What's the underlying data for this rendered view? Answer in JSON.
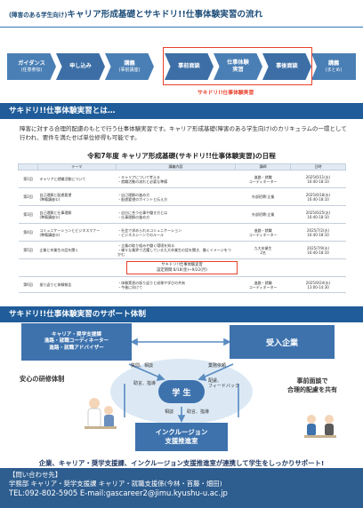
{
  "title": {
    "prefix": "(障害のある学生向け)",
    "main": "キャリア形成基礎とサキドリ!!仕事体験実習の流れ"
  },
  "flow": [
    {
      "label": "ガイダンス",
      "sub": "(任意参加)"
    },
    {
      "label": "申し込み",
      "sub": ""
    },
    {
      "label": "講義",
      "sub": "(事前講座)"
    },
    {
      "label": "事前面談",
      "sub": ""
    },
    {
      "label": "仕事体験\n実習",
      "sub": ""
    },
    {
      "label": "事後面談",
      "sub": ""
    },
    {
      "label": "講義",
      "sub": "(まとめ)"
    }
  ],
  "flow_caption": "サキドリ!!仕事体験実習",
  "section1": {
    "heading": "サキドリ!!仕事体験実習とは…",
    "intro": "障害に対する合理的配慮のもとで行う仕事体験実習です。キャリア形成基礎(障害のある学生向け)のカリキュラムの一環として行われ、要件を満たせば単位修得も可能です。"
  },
  "schedule": {
    "title": "令和7年度 キャリア形成基礎(サキドリ!!仕事体験実習)の日程",
    "headers": [
      "",
      "テーマ",
      "講義内容",
      "講師",
      "日時"
    ],
    "rows": [
      {
        "no": "第1回",
        "theme": "キャリアと就職活動について",
        "content": "・キャリアについて考える\n・就職活動の流れと必要な準備",
        "lecturer": "進路・就職\nコーディネーター",
        "date": "2025/6/11(水)\n16:40-18:10"
      },
      {
        "no": "第2回",
        "theme": "自己理解と配慮要望\n(準備講座①)",
        "content": "・自己理解の進め方\n・配慮要望のポイントと伝え方",
        "lecturer": "外部招聘:企業",
        "date": "2025/6/18(水)\n16:40-18:10"
      },
      {
        "no": "第3回",
        "theme": "自己理解と仕事理解\n(準備講座②)",
        "content": "・自分に合う仕事や働き方とは\n・仕事理解の進め方",
        "lecturer": "外部招聘:企業",
        "date": "2025/6/25(水)\n16:40-18:10"
      },
      {
        "no": "第4回",
        "theme": "コミュニケーションとビジネスマナー\n(準備講座③)",
        "content": "・社会で求められるコミュニケーション\n・ビジネスシーンでのルール",
        "lecturer": "進路・就職\nコーディネーター",
        "date": "2025/7/2(水)\n16:40-18:10"
      },
      {
        "no": "第5回",
        "theme": "企業と卒業生の話を聞く",
        "content": "・企業の取り組みや働く環境を知る\n・様々な業界で活躍している九大卒業生の話を聞き、働くイメージをつかむ",
        "lecturer": "九大卒業生\n2名",
        "date": "2025/7/9(水)\n16:40-18:10"
      }
    ],
    "special": {
      "line1": "サキドリ!!仕事体験実習",
      "line2": "設定期間:8/18(金)~9/22(月)"
    },
    "final": {
      "no": "第6回",
      "theme": "振り返りと体験報告",
      "content": "・体験実習の振り返りと成果や学びの共有\n・今後に向けて",
      "lecturer": "進路・就職\nコーディネーター",
      "date": "2025/9/24(水)\n13:00-14:30"
    }
  },
  "section2": {
    "heading": "サキドリ!!仕事体験実習のサポート体制"
  },
  "diagram": {
    "career_box": "キャリア・奨学支援課\n進路・就職コーディネーター\n進路・就職アドバイザー",
    "company_box": "受入企業",
    "student": "学 生",
    "inclusion_box": "インクルージョン\n支援推進室",
    "safe_label": "安心の研修体制",
    "interview_label": "事前面談で\n合理的配慮を共有",
    "arrows": {
      "question": "質問、相談",
      "liaison": "業務依頼",
      "advice1": "助言、指導",
      "consideration": "配慮、\nフィードバック",
      "consult": "相談",
      "advice2": "助言、指導"
    }
  },
  "bottom_message": "企業、キャリア・奨学支援課、インクルージョン支援推進室が連携して学生をしっかりサポート!",
  "footer": {
    "heading": "【問い合わせ先】",
    "dept": "学務部 キャリア・奨学支援課 キャリア・就職支援係(今林・首藤・畑田)",
    "contact": "TEL:092-802-5905  E-mail:gascareer2@jimu.kyushu-u.ac.jp"
  },
  "colors": {
    "primary": "#1f5c99",
    "accent": "#e8412c",
    "box": "#3d72ad",
    "light": "#dce9f5"
  }
}
